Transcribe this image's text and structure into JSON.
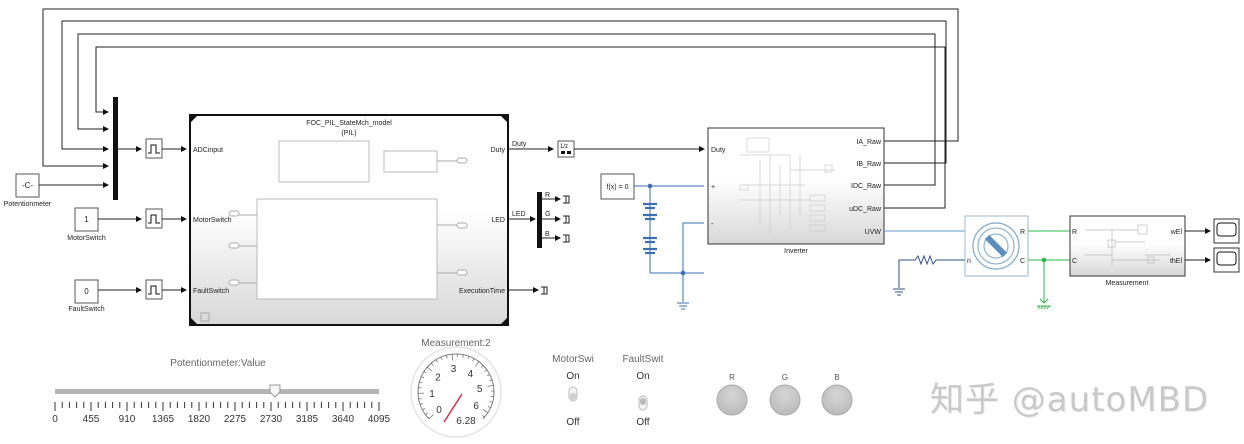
{
  "model": {
    "feedback_lines": 4
  },
  "blocks": {
    "potentiometer": {
      "value": "-C-",
      "label": "Potentionmeter"
    },
    "motor_switch": {
      "value": "1",
      "label": "MotorSwitch"
    },
    "fault_switch": {
      "value": "0",
      "label": "FaultSwitch"
    },
    "pil_model": {
      "title": "FOC_PIL_StateMch_model",
      "subtitle": "(PIL)",
      "inputs": [
        "ADCinput",
        "MotorSwitch",
        "FaultSwitch"
      ],
      "outputs": [
        "Duty",
        "LED",
        "ExecutionTime"
      ]
    },
    "signals": {
      "duty": "Duty",
      "led": "LED"
    },
    "led_demux": {
      "outputs": [
        "R",
        "G",
        "B"
      ]
    },
    "solver": {
      "label": "f(x) = 0"
    },
    "inverter": {
      "name": "Inverter",
      "inputs": [
        "Duty",
        "+",
        "-"
      ],
      "outputs": [
        "IA_Raw",
        "IB_Raw",
        "IDC_Raw",
        "uDC_Raw",
        "UVW"
      ]
    },
    "motor": {
      "ports_left": [
        "n"
      ],
      "ports_right": [
        "R",
        "C"
      ]
    },
    "measurement": {
      "name": "Measurement",
      "inputs": [
        "R",
        "C"
      ],
      "outputs": [
        "wEl",
        "thEl"
      ]
    }
  },
  "dashboard": {
    "slider": {
      "title": "Potentionmeter:Value",
      "min": 0,
      "max": 4095,
      "ticks": [
        "0",
        "455",
        "910",
        "1365",
        "1820",
        "2275",
        "2730",
        "3185",
        "3640",
        "4095"
      ],
      "value": 2780
    },
    "gauge": {
      "title": "Measurement:2",
      "min": 0,
      "max": 6.28,
      "ticks": [
        "0",
        "1",
        "2",
        "3",
        "4",
        "5",
        "6"
      ],
      "max_label": "6.28",
      "value": 0.6
    },
    "switches": [
      {
        "title": "MotorSwi",
        "on_label": "On",
        "off_label": "Off",
        "state": "off"
      },
      {
        "title": "FaultSwit",
        "on_label": "On",
        "off_label": "Off",
        "state": "off"
      }
    ],
    "lamps": [
      {
        "label": "R",
        "color": "#c8c8c8"
      },
      {
        "label": "G",
        "color": "#c8c8c8"
      },
      {
        "label": "B",
        "color": "#c8c8c8"
      }
    ]
  },
  "watermark": "知乎 @autoMBD",
  "colors": {
    "signal": "#222222",
    "electrical": "#3a6fb5",
    "mechanical": "#2fb84a",
    "ps_line": "#5b9cc8"
  }
}
